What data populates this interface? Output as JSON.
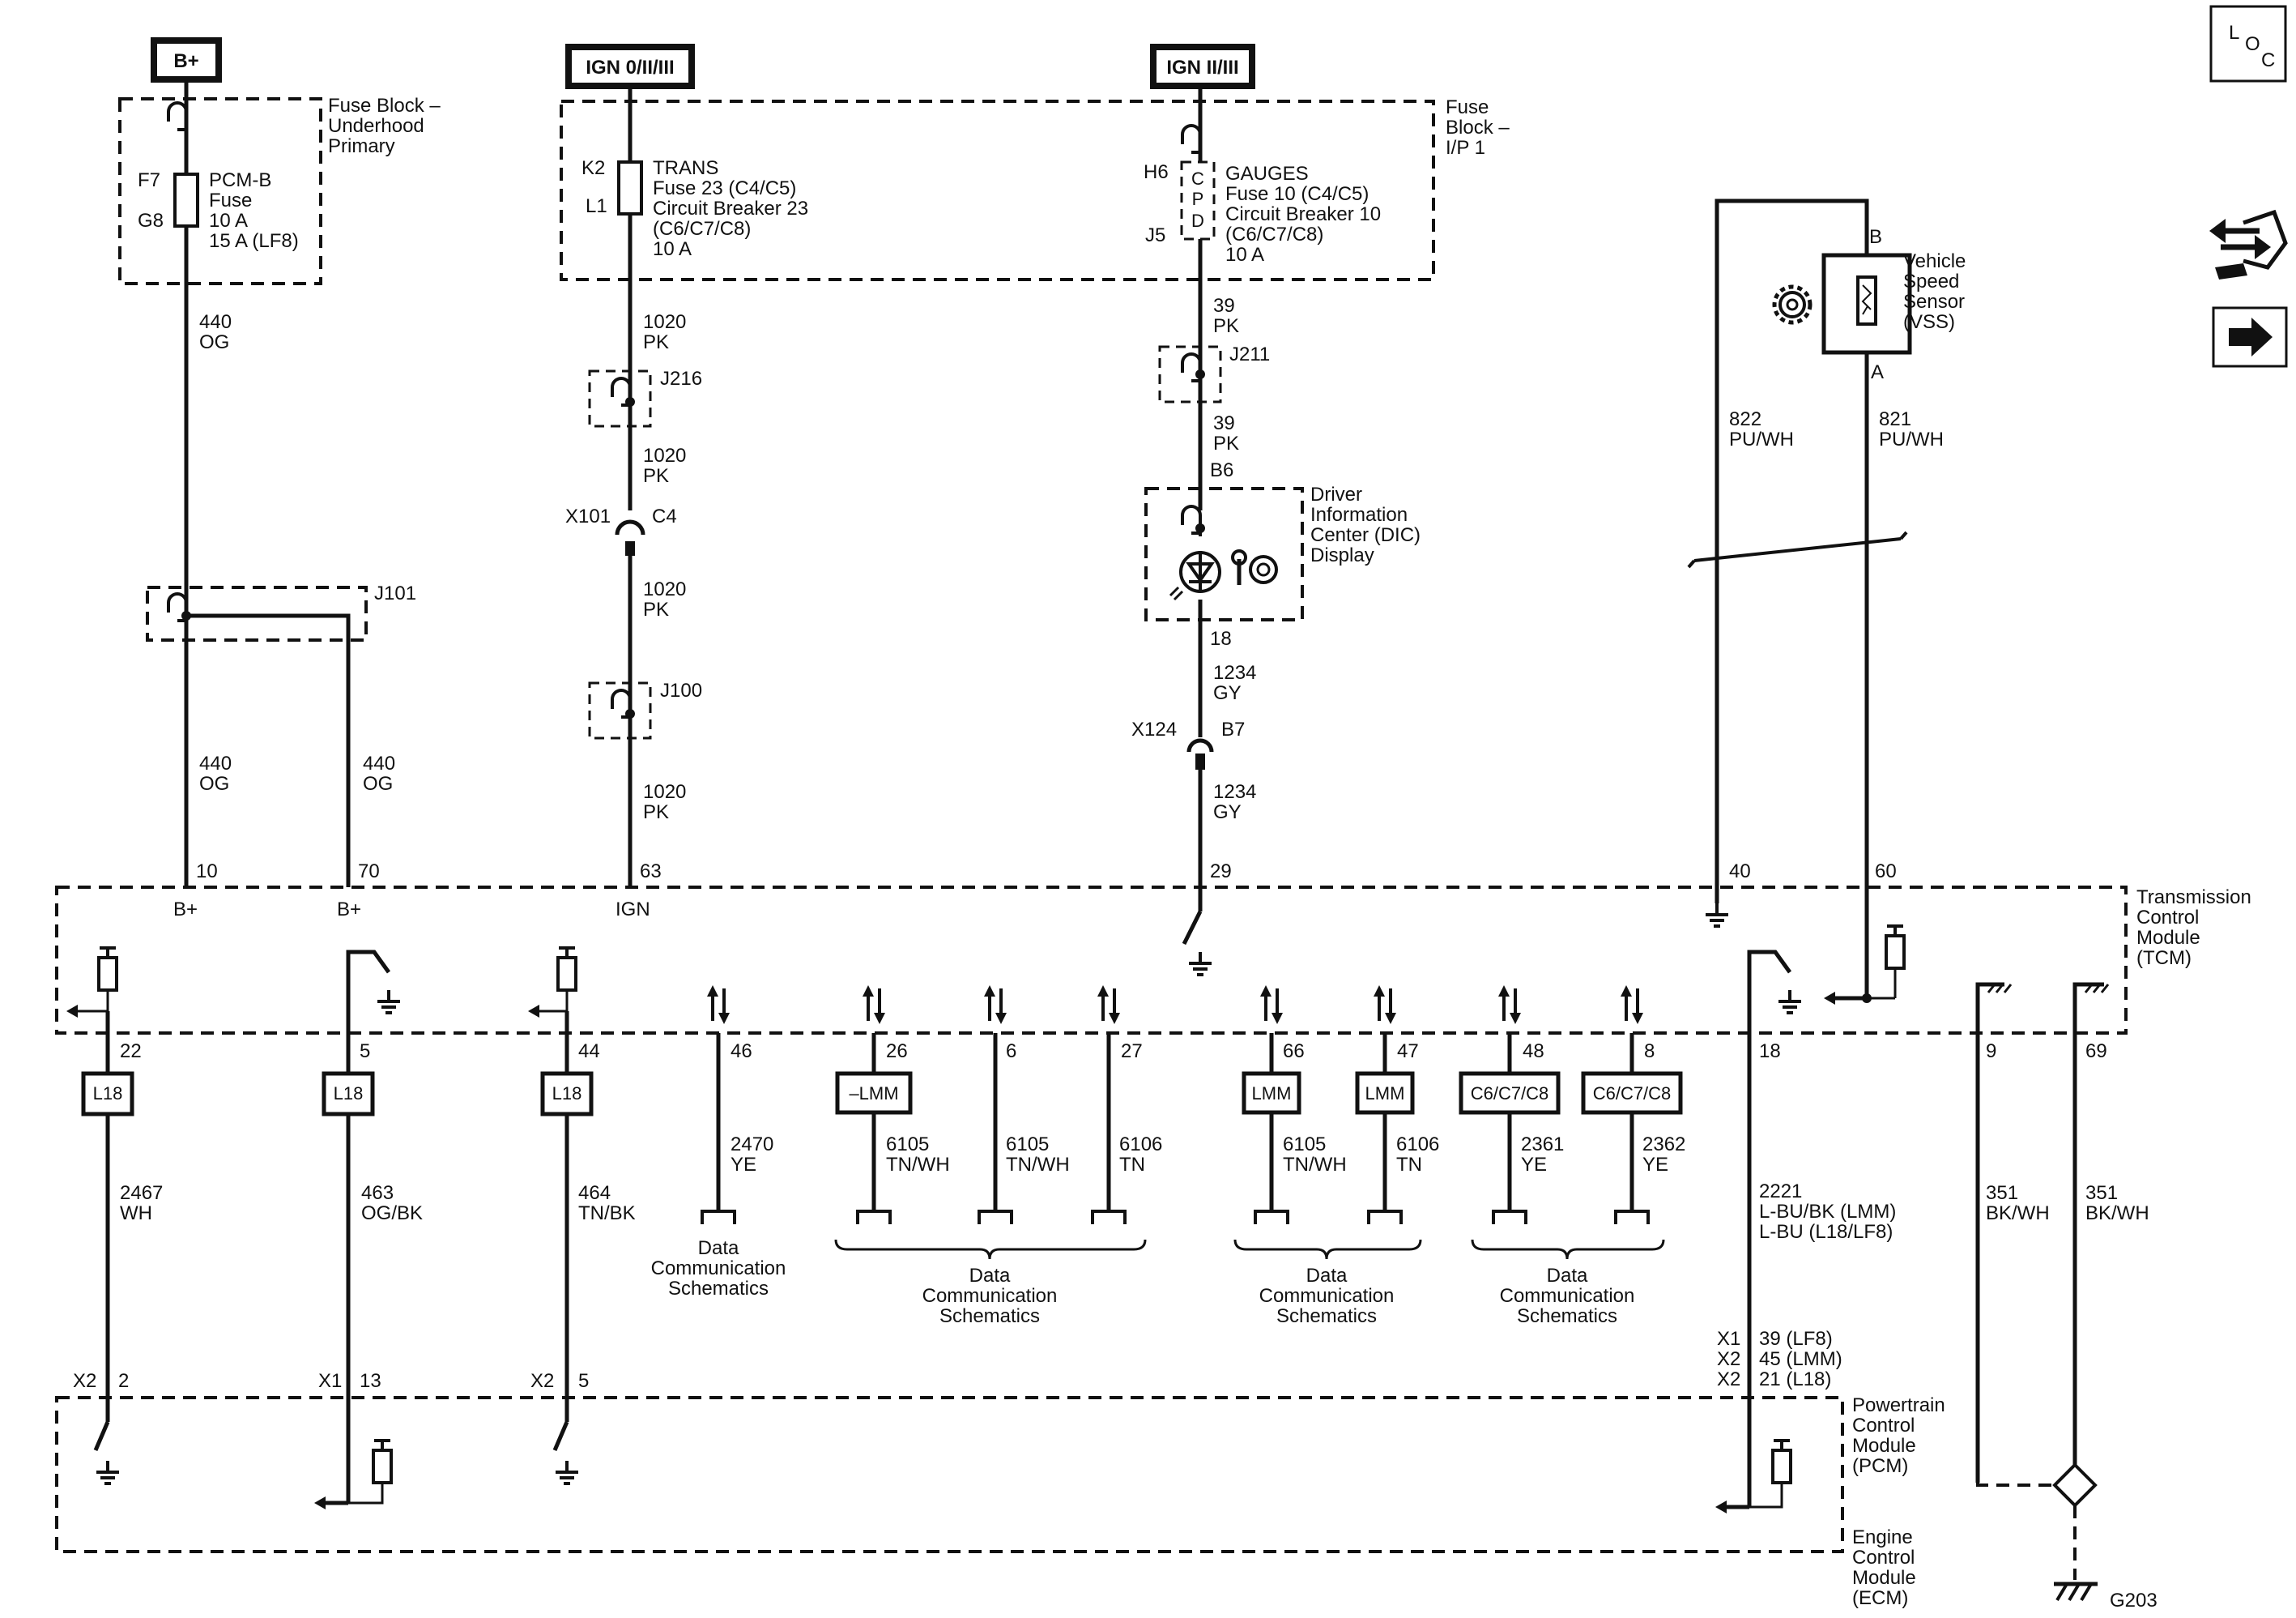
{
  "sources": {
    "bplus": "B+",
    "ign1": "IGN 0/II/III",
    "ign2": "IGN II/III"
  },
  "loc": {
    "L": "L",
    "O": "O",
    "C": "C"
  },
  "fuse_underhood": {
    "title": [
      "Fuse Block –",
      "Underhood",
      "Primary"
    ],
    "pins": [
      "F7",
      "G8"
    ],
    "fuse": [
      "PCM-B",
      "Fuse",
      "10 A",
      "15 A (LF8)"
    ]
  },
  "fuse_ip": {
    "title": [
      "Fuse",
      "Block –",
      "I/P 1"
    ],
    "trans_pins": [
      "K2",
      "L1"
    ],
    "trans": [
      "TRANS",
      "Fuse 23 (C4/C5)",
      "Circuit Breaker 23",
      "(C6/C7/C8)",
      "10 A"
    ],
    "gauge_pins": [
      "H6",
      "J5"
    ],
    "cpd": [
      "C",
      "P",
      "D"
    ],
    "gauges": [
      "GAUGES",
      "Fuse 10 (C4/C5)",
      "Circuit Breaker 10",
      "(C6/C7/C8)",
      "10 A"
    ]
  },
  "wires": {
    "w440_a": [
      "440",
      "OG"
    ],
    "w440_b": [
      "440",
      "OG"
    ],
    "w440_c": [
      "440",
      "OG"
    ],
    "w1020_a": [
      "1020",
      "PK"
    ],
    "w1020_b": [
      "1020",
      "PK"
    ],
    "w1020_c": [
      "1020",
      "PK"
    ],
    "w1020_d": [
      "1020",
      "PK"
    ],
    "w39_a": [
      "39",
      "PK"
    ],
    "w39_b": [
      "39",
      "PK"
    ],
    "w1234_a": [
      "1234",
      "GY"
    ],
    "w1234_b": [
      "1234",
      "GY"
    ],
    "w822": [
      "822",
      "PU/WH"
    ],
    "w821": [
      "821",
      "PU/WH"
    ],
    "w2467": [
      "2467",
      "WH"
    ],
    "w463": [
      "463",
      "OG/BK"
    ],
    "w464": [
      "464",
      "TN/BK"
    ],
    "w2470": [
      "2470",
      "YE"
    ],
    "w6105_a": [
      "6105",
      "TN/WH"
    ],
    "w6105_b": [
      "6105",
      "TN/WH"
    ],
    "w6106_a": [
      "6106",
      "TN"
    ],
    "w6105_c": [
      "6105",
      "TN/WH"
    ],
    "w6106_b": [
      "6106",
      "TN"
    ],
    "w2361": [
      "2361",
      "YE"
    ],
    "w2362": [
      "2362",
      "YE"
    ],
    "w2221": [
      "2221",
      "L-BU/BK (LMM)",
      "L-BU (L18/LF8)"
    ],
    "w351_a": [
      "351",
      "BK/WH"
    ],
    "w351_b": [
      "351",
      "BK/WH"
    ]
  },
  "splices": {
    "j216": "J216",
    "j101": "J101",
    "j100": "J100",
    "j211": "J211"
  },
  "connectors": {
    "x101": "X101",
    "c4": "C4",
    "x124": "X124",
    "b7": "B7",
    "b6": "B6",
    "p18": "18"
  },
  "dic": [
    "Driver",
    "Information",
    "Center (DIC)",
    "Display"
  ],
  "vss": {
    "name": [
      "Vehicle",
      "Speed",
      "Sensor",
      "(VSS)"
    ],
    "pin_b": "B",
    "pin_a": "A"
  },
  "tcm": {
    "name": [
      "Transmission",
      "Control",
      "Module",
      "(TCM)"
    ],
    "top_pins": [
      "10",
      "70",
      "63",
      "29",
      "40",
      "60"
    ],
    "top_labels": [
      "B+",
      "B+",
      "IGN"
    ],
    "bottom_pins": [
      "22",
      "5",
      "44",
      "46",
      "26",
      "6",
      "27",
      "66",
      "47",
      "48",
      "8",
      "18",
      "9",
      "69"
    ]
  },
  "options": {
    "l18_a": "L18",
    "l18_b": "L18",
    "l18_c": "L18",
    "lmm_neg": "–LMM",
    "lmm_a": "LMM",
    "lmm_b": "LMM",
    "c6_a": "C6/C7/C8",
    "c6_b": "C6/C7/C8"
  },
  "data_comm": [
    "Data",
    "Communication",
    "Schematics"
  ],
  "pcm": {
    "name": [
      "Powertrain",
      "Control",
      "Module",
      "(PCM)"
    ],
    "ecm": [
      "Engine",
      "Control",
      "Module",
      "(ECM)"
    ],
    "pins": [
      {
        "conn": "X2",
        "pin": "2"
      },
      {
        "conn": "X1",
        "pin": "13"
      },
      {
        "conn": "X2",
        "pin": "5"
      }
    ],
    "pins_18": [
      {
        "conn": "X1",
        "pin": "39 (LF8)"
      },
      {
        "conn": "X2",
        "pin": "45 (LMM)"
      },
      {
        "conn": "X2",
        "pin": "21 (L18)"
      }
    ]
  },
  "ground": "G203"
}
